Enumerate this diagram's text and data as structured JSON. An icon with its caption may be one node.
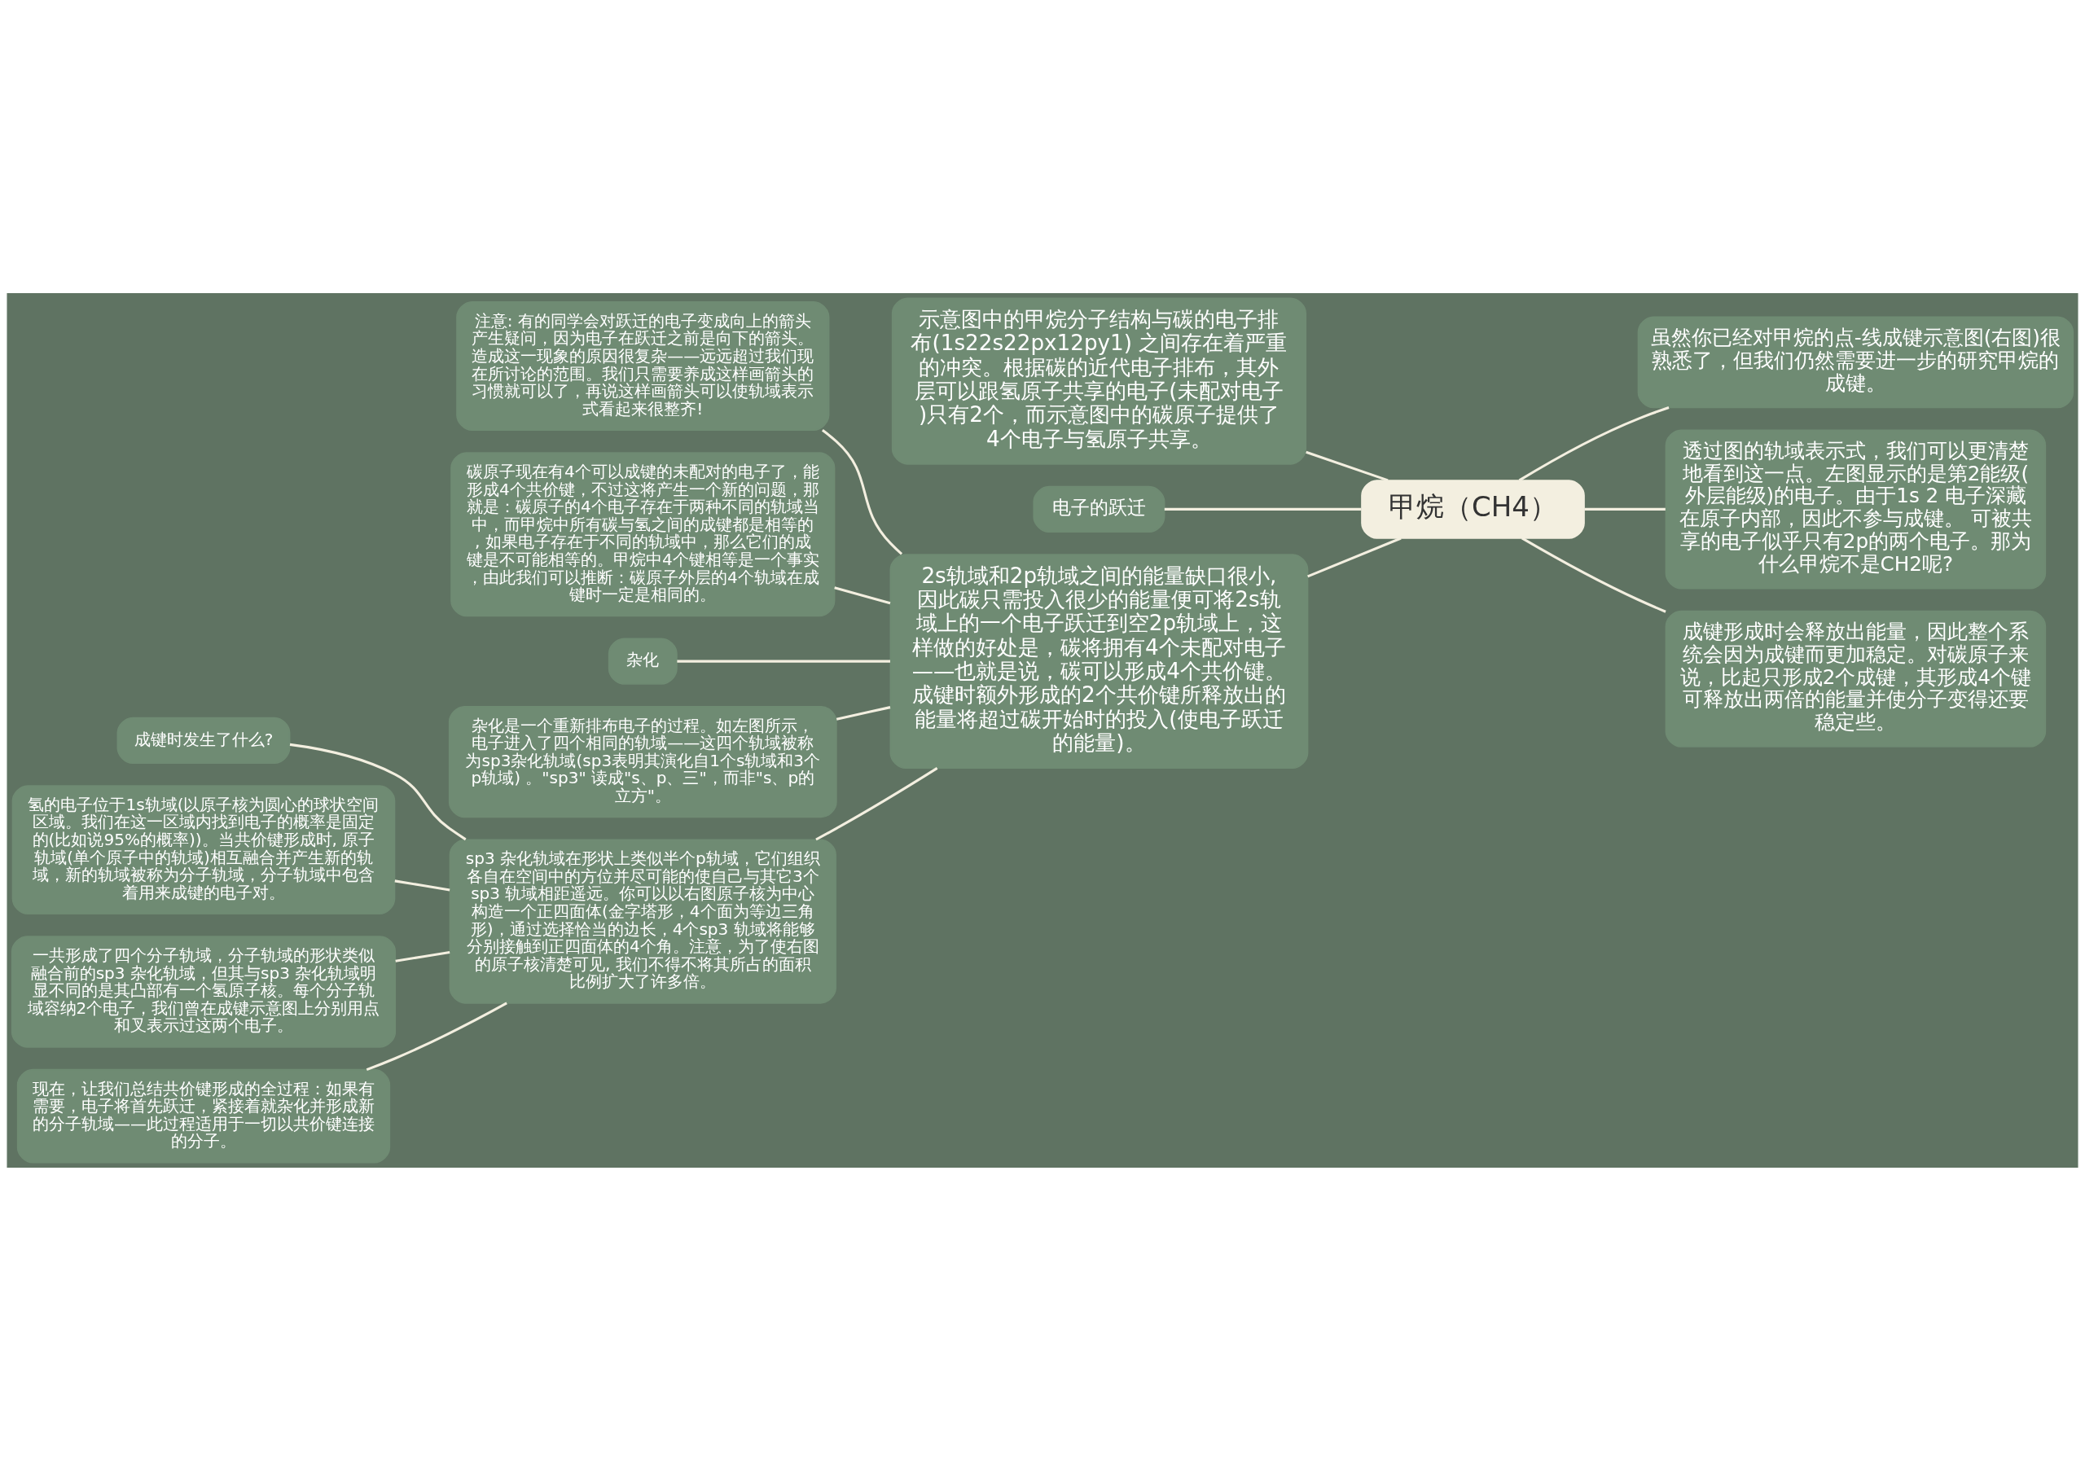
{
  "diagram": {
    "nodes": [
      {
        "text": [
          "甲烷（CH4）"
        ]
      },
      {
        "text": [
          "示意图中的甲烷分子结构与碳的电子排布(1s22s22px12py1) 之间存在着严重的冲突。根据碳的近代电子排布，其外层可以跟氢原子共享的电子(未配对电子)只有2个，而示意图中的碳原子提供了4个电子与氢原子共享。"
        ]
      },
      {
        "text": [
          "电子的跃迁"
        ]
      },
      {
        "text": [
          "虽然你已经对甲烷的点-线成键示意图(右图)很熟悉了，但我们仍然需要进一步的研究甲烷的成键。"
        ]
      },
      {
        "text": [
          "透过图的轨域表示式，我们可以更清楚地看到这一点。左图显示的是第2能级(外层能级)的电子。由于1s 2 电子深藏在原子内部，因此不参与成键。 可被共享的电子似乎只有2p的两个电子。那为什么甲烷不是CH2呢?"
        ]
      },
      {
        "text": [
          "成键形成时会释放出能量，因此整个系统会因为成键而更加稳定。对碳原子来说，比起只形成2个成键，其形成4个键可释放出两倍的能量并使分子变得还要稳定些。"
        ]
      },
      {
        "text": [
          "2s轨域和2p轨域之间的能量缺口很小, 因此碳只需投入很少的能量便可将2s轨域上的一个电子跃迁到空2p轨域上，这样做的好处是，碳将拥有4个未配对电子——也就是说，碳可以形成4个共价键。成键时额外形成的2个共价键所释放出的能量将超过碳开始时的投入(使电子跃迁的能量)。"
        ]
      },
      {
        "text": [
          "注意: 有的同学会对跃迁的电子变成向上的箭头产生疑问，因为电子在跃迁之前是向下的箭头。造成这一现象的原因很复杂——远远超过我们现在所讨论的范围。我们只需要养成这样画箭头的习惯就可以了，再说这样画箭头可以使轨域表示式看起来很整齐!"
        ]
      },
      {
        "text": [
          "碳原子现在有4个可以成键的未配对的电子了，能形成4个共价键，不过这将产生一个新的问题，那就是：碳原子的4个电子存在于两种不同的轨域当中，而甲烷中所有碳与氢之间的成键都是相等的, 如果电子存在于不同的轨域中，那么它们的成键是不可能相等的。甲烷中4个键相等是一个事实，由此我们可以推断：碳原子外层的4个轨域在成键时一定是相同的。"
        ]
      },
      {
        "text": [
          "杂化"
        ]
      },
      {
        "text": [
          "杂化是一个重新排布电子的过程。如左图所示，电子进入了四个相同的轨域——这四个轨域被称为sp3杂化轨域(sp3表明其演化自1个s轨域和3个p轨域) 。\"sp3\" 读成\"s、p、三\"，而非\"s、p的立方\"。"
        ]
      },
      {
        "text": [
          "sp3 杂化轨域在形状上类似半个p轨域，它们组织各自在空间中的方位并尽可能的使自己与其它3个sp3 轨域相距遥远。你可以以右图原子核为中心构造一个正四面体(金字塔形，4个面为等边三角形)，通过选择恰当的边长，4个sp3 轨域将能够分别接触到正四面体的4个角。注意，为了使右图的原子核清楚可见, 我们不得不将其所占的面积比例扩大了许多倍。"
        ]
      },
      {
        "text": [
          "成键时发生了什么?"
        ]
      },
      {
        "text": [
          "氢的电子位于1s轨域(以原子核为圆心的球状空间区域。我们在这一区域内找到电子的概率是固定的(比如说95%的概率))。当共价键形成时, 原子轨域(单个原子中的轨域)相互融合并产生新的轨域，新的轨域被称为分子轨域，分子轨域中包含着用来成键的电子对。"
        ]
      },
      {
        "text": [
          "一共形成了四个分子轨域，分子轨域的形状类似融合前的sp3 杂化轨域，但其与sp3 杂化轨域明显不同的是其凸部有一个氢原子核。每个分子轨域容纳2个电子，我们曾在成键示意图上分别用点和叉表示过这两个电子。"
        ]
      },
      {
        "text": [
          "现在，让我们总结共价键形成的全过程：如果有需要，电子将首先跃迁，紧接着就杂化并形成新的分子轨域——此过程适用于一切以共价键连接的分子。"
        ]
      }
    ],
    "edges": [
      {
        "from": 0,
        "to": 1,
        "arrow": "none"
      },
      {
        "from": 0,
        "to": 2,
        "arrow": "none"
      },
      {
        "from": 0,
        "to": 3,
        "arrow": "none"
      },
      {
        "from": 0,
        "to": 4,
        "arrow": "none"
      },
      {
        "from": 0,
        "to": 5,
        "arrow": "none"
      },
      {
        "from": 0,
        "to": 6,
        "arrow": "none"
      },
      {
        "from": 6,
        "to": 7,
        "arrow": "none"
      },
      {
        "from": 6,
        "to": 8,
        "arrow": "none"
      },
      {
        "from": 6,
        "to": 9,
        "arrow": "none"
      },
      {
        "from": 6,
        "to": 10,
        "arrow": "none"
      },
      {
        "from": 6,
        "to": 11,
        "arrow": "none"
      },
      {
        "from": 11,
        "to": 12,
        "arrow": "none"
      },
      {
        "from": 11,
        "to": 13,
        "arrow": "none"
      },
      {
        "from": 11,
        "to": 14,
        "arrow": "none"
      },
      {
        "from": 11,
        "to": 15,
        "arrow": "none"
      }
    ]
  }
}
